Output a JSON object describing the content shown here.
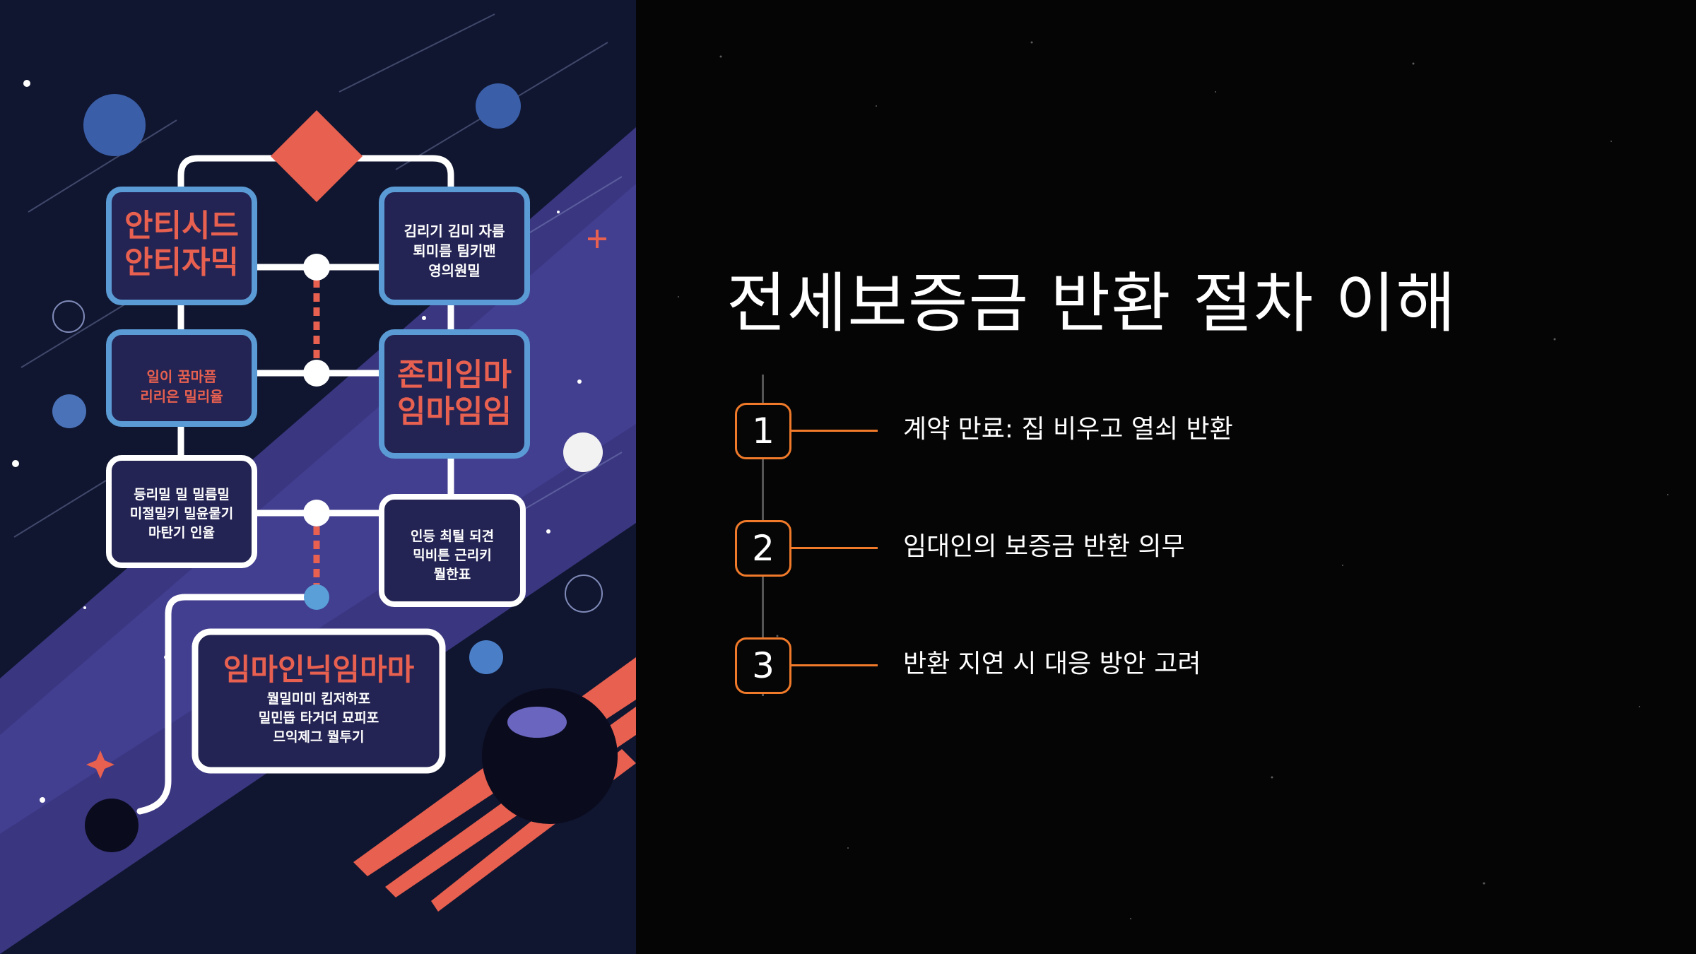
{
  "slide": {
    "title": "전세보증금 반환 절차 이해",
    "steps": [
      {
        "number": "1",
        "text": "계약 만료: 집 비우고 열쇠 반환"
      },
      {
        "number": "2",
        "text": "임대인의 보증금 반환 의무"
      },
      {
        "number": "3",
        "text": "반환 지연 시 대응 방안 고려"
      }
    ]
  },
  "illustration": {
    "boxes": [
      {
        "lines": [
          "안티시드",
          "안티자믹"
        ]
      },
      {
        "lines": [
          "김리기 김미 자름",
          "퇴미름 팀키맨",
          "영의원밀"
        ]
      },
      {
        "lines": [
          "일이 꿈마픔",
          "리리은 밀리율"
        ]
      },
      {
        "lines": [
          "존미임마",
          "임마임임"
        ]
      },
      {
        "lines": [
          "등리밀 밀 밀름밀",
          "미절밀키 밀윤뭍기",
          "마탄기 인율"
        ]
      },
      {
        "lines": [
          "인등 최틸 되견",
          "믹비튼 근리키",
          "뭘한표"
        ]
      },
      {
        "lines": [
          "임마인닉임마마",
          "뭘밀미미 킴저하포",
          "밀민뜹 타거더 묘피포",
          "므익제그 뭘투기"
        ]
      }
    ]
  },
  "colors": {
    "accent": "#f07a2a",
    "coral": "#e8604f",
    "box_border": "#5b9bd5",
    "box_fill": "#242454",
    "illustration_bg": "#101630",
    "band": "#3a3680"
  }
}
